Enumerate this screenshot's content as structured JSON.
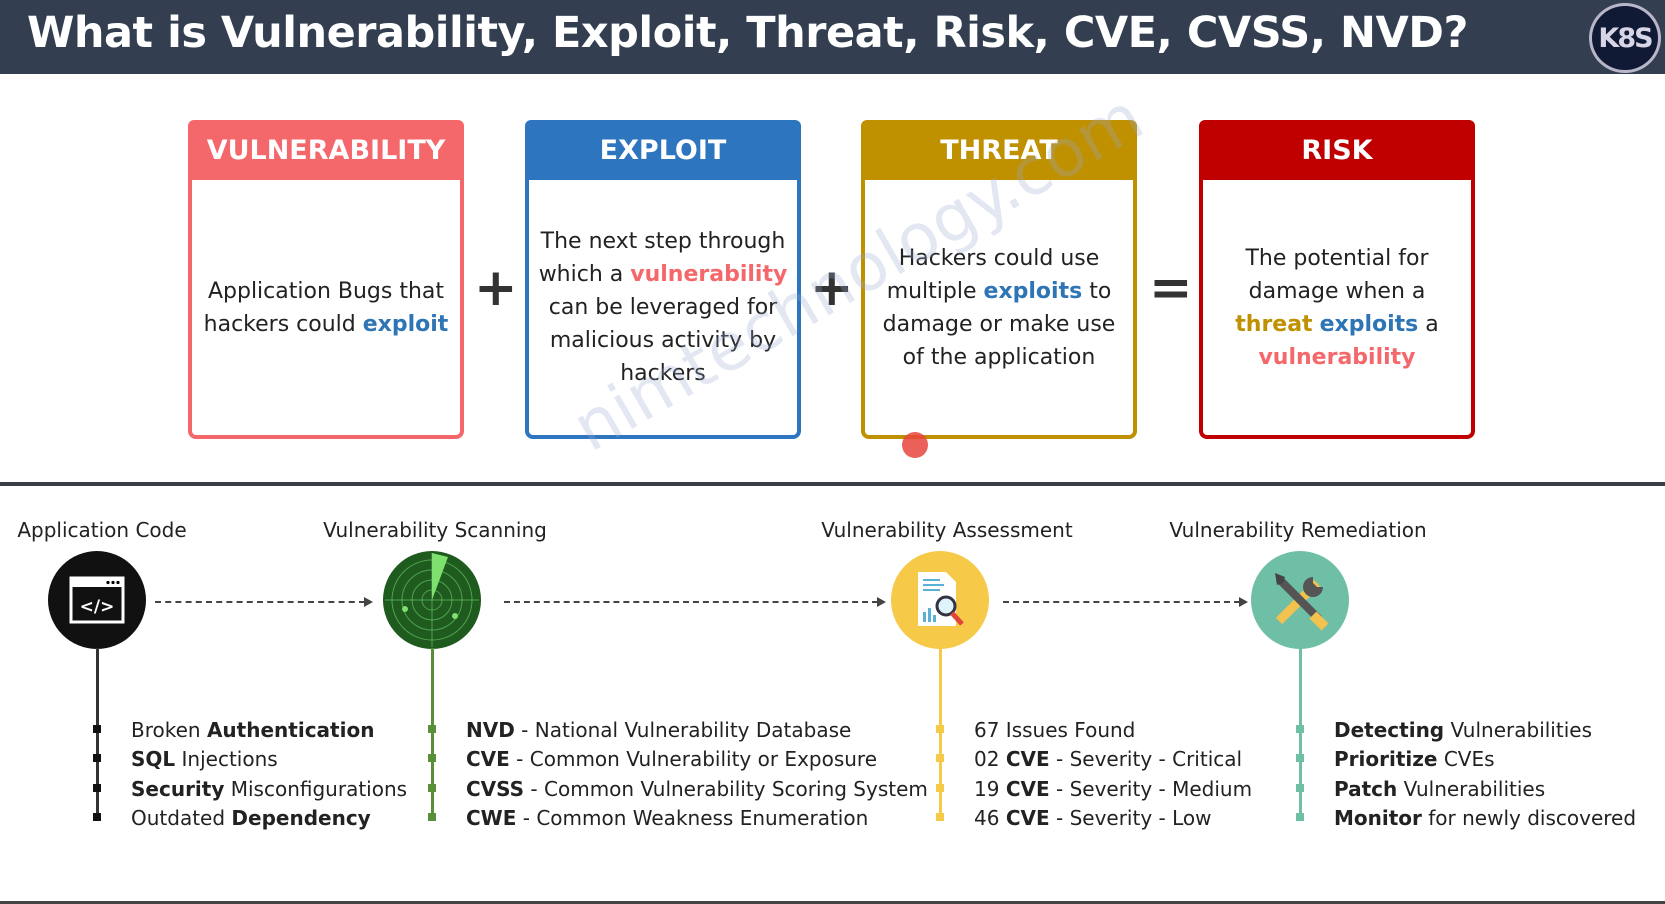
{
  "header": {
    "title": "What is Vulnerability, Exploit, Threat, Risk, CVE, CVSS, NVD?",
    "logo_text": "K8S"
  },
  "colors": {
    "vulnerability": "#f4676b",
    "exploit": "#2e75c0",
    "threat": "#bf9000",
    "risk": "#c00000"
  },
  "cards": [
    {
      "title": "VULNERABILITY",
      "key": "vulnerability",
      "body": [
        {
          "t": "Application Bugs that hackers could "
        },
        {
          "t": "exploit",
          "c": "e"
        }
      ]
    },
    {
      "title": "EXPLOIT",
      "key": "exploit",
      "body": [
        {
          "t": "The next step through which a "
        },
        {
          "t": "vulnerability",
          "c": "v"
        },
        {
          "t": " can be leveraged for malicious activity by hackers"
        }
      ]
    },
    {
      "title": "THREAT",
      "key": "threat",
      "body": [
        {
          "t": "Hackers could use multiple "
        },
        {
          "t": "exploits",
          "c": "e"
        },
        {
          "t": " to damage or make use of the application"
        }
      ]
    },
    {
      "title": "RISK",
      "key": "risk",
      "body": [
        {
          "t": "The potential for damage when a "
        },
        {
          "t": "threat",
          "c": "t"
        },
        {
          "t": " "
        },
        {
          "t": "exploits",
          "c": "e"
        },
        {
          "t": " a "
        },
        {
          "t": "vulnerability",
          "c": "v"
        }
      ]
    }
  ],
  "operators": [
    "+",
    "+",
    "="
  ],
  "watermark": "nimtechnology.com",
  "stages": [
    {
      "label": "Application Code",
      "icon": "code-window-icon",
      "color": "#111111",
      "items": [
        [
          {
            "t": "Broken "
          },
          {
            "t": "Authentication",
            "b": 1
          }
        ],
        [
          {
            "t": "SQL",
            "b": 1
          },
          {
            "t": " Injections"
          }
        ],
        [
          {
            "t": "Security",
            "b": 1
          },
          {
            "t": " Misconfigurations"
          }
        ],
        [
          {
            "t": "Outdated "
          },
          {
            "t": "Dependency",
            "b": 1
          }
        ]
      ]
    },
    {
      "label": "Vulnerability Scanning",
      "icon": "radar-icon",
      "color": "#5a8f3a",
      "items": [
        [
          {
            "t": "NVD",
            "b": 1
          },
          {
            "t": " - National Vulnerability Database"
          }
        ],
        [
          {
            "t": "CVE",
            "b": 1
          },
          {
            "t": " - Common Vulnerability or Exposure"
          }
        ],
        [
          {
            "t": "CVSS",
            "b": 1
          },
          {
            "t": " - Common Vulnerability Scoring System"
          }
        ],
        [
          {
            "t": "CWE",
            "b": 1
          },
          {
            "t": " - Common Weakness Enumeration"
          }
        ]
      ]
    },
    {
      "label": "Vulnerability Assessment",
      "icon": "report-magnifier-icon",
      "color": "#f7c948",
      "items": [
        [
          {
            "t": "67 Issues Found"
          }
        ],
        [
          {
            "t": "02 "
          },
          {
            "t": "CVE",
            "b": 1
          },
          {
            "t": " - Severity - Critical"
          }
        ],
        [
          {
            "t": "19 "
          },
          {
            "t": "CVE",
            "b": 1
          },
          {
            "t": " - Severity - Medium"
          }
        ],
        [
          {
            "t": "46 "
          },
          {
            "t": "CVE",
            "b": 1
          },
          {
            "t": " - Severity - Low"
          }
        ]
      ]
    },
    {
      "label": "Vulnerability Remediation",
      "icon": "tools-icon",
      "color": "#6fbfa6",
      "items": [
        [
          {
            "t": "Detecting",
            "b": 1
          },
          {
            "t": " Vulnerabilities"
          }
        ],
        [
          {
            "t": "Prioritize",
            "b": 1
          },
          {
            "t": " CVEs"
          }
        ],
        [
          {
            "t": "Patch",
            "b": 1
          },
          {
            "t": " Vulnerabilities"
          }
        ],
        [
          {
            "t": "Monitor",
            "b": 1
          },
          {
            "t": " for newly discovered"
          }
        ]
      ]
    }
  ]
}
